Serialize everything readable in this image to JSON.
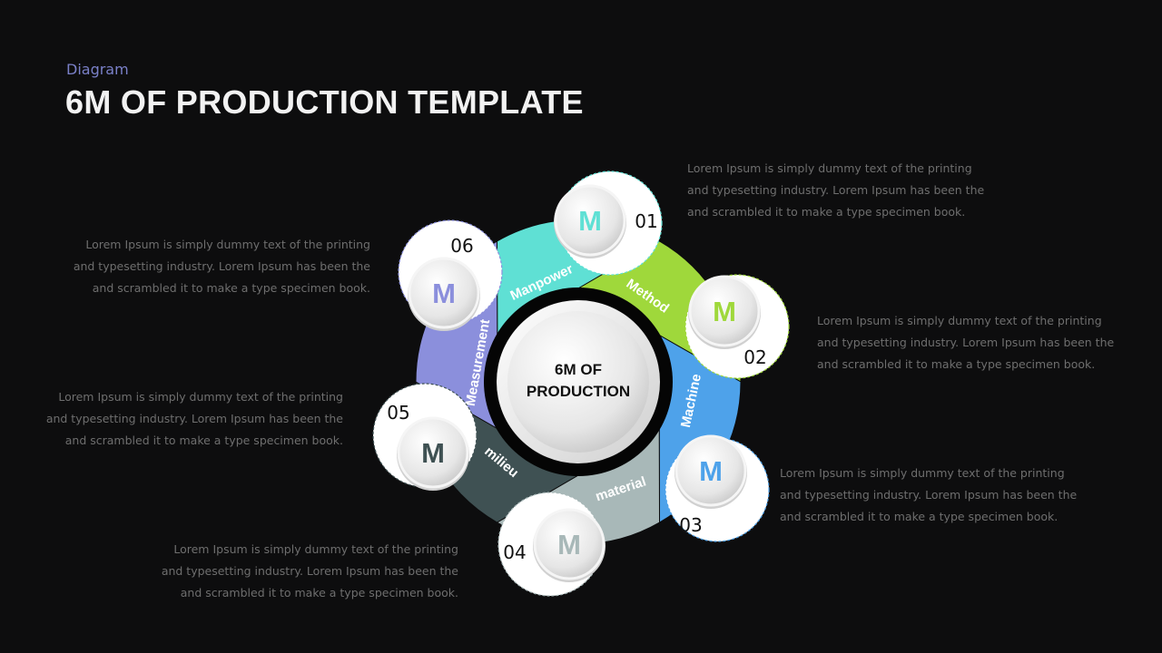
{
  "header": {
    "subtitle": "Diagram",
    "title": "6M OF PRODUCTION TEMPLATE"
  },
  "center": {
    "line1": "6M OF",
    "line2": "PRODUCTION"
  },
  "items": [
    {
      "number": "01",
      "label": "Manpower",
      "letter": "M",
      "color": "#5fe0d4"
    },
    {
      "number": "02",
      "label": "Method",
      "letter": "M",
      "color": "#9fd83b"
    },
    {
      "number": "03",
      "label": "Machine",
      "letter": "M",
      "color": "#4ea2ea"
    },
    {
      "number": "04",
      "label": "material",
      "letter": "M",
      "color": "#a8b8b8"
    },
    {
      "number": "05",
      "label": "milieu",
      "letter": "M",
      "color": "#3f5153"
    },
    {
      "number": "06",
      "label": "Measurement",
      "letter": "M",
      "color": "#8b8fdc"
    }
  ],
  "descriptions": [
    [
      "Lorem Ipsum is simply dummy text of the printing",
      "and typesetting industry. Lorem Ipsum has been the",
      "and scrambled  it to make a type specimen  book."
    ],
    [
      "Lorem Ipsum is simply dummy text of the printing",
      "and typesetting industry. Lorem Ipsum has been the",
      "and scrambled  it to make a type specimen  book."
    ],
    [
      "Lorem Ipsum is simply dummy text of the printing",
      "and typesetting industry. Lorem Ipsum has been the",
      "and scrambled  it to make a type specimen  book."
    ],
    [
      "Lorem Ipsum is simply dummy text of the printing",
      "and typesetting industry. Lorem Ipsum has been the",
      "and scrambled  it to make a type specimen  book."
    ],
    [
      "Lorem Ipsum is simply dummy text of the printing",
      "and typesetting industry. Lorem Ipsum has been the",
      "and scrambled  it to make a type specimen  book."
    ],
    [
      "Lorem Ipsum is simply dummy text of the printing",
      "and typesetting industry. Lorem Ipsum has been the",
      "and scrambled  it to make a type specimen  book."
    ]
  ]
}
